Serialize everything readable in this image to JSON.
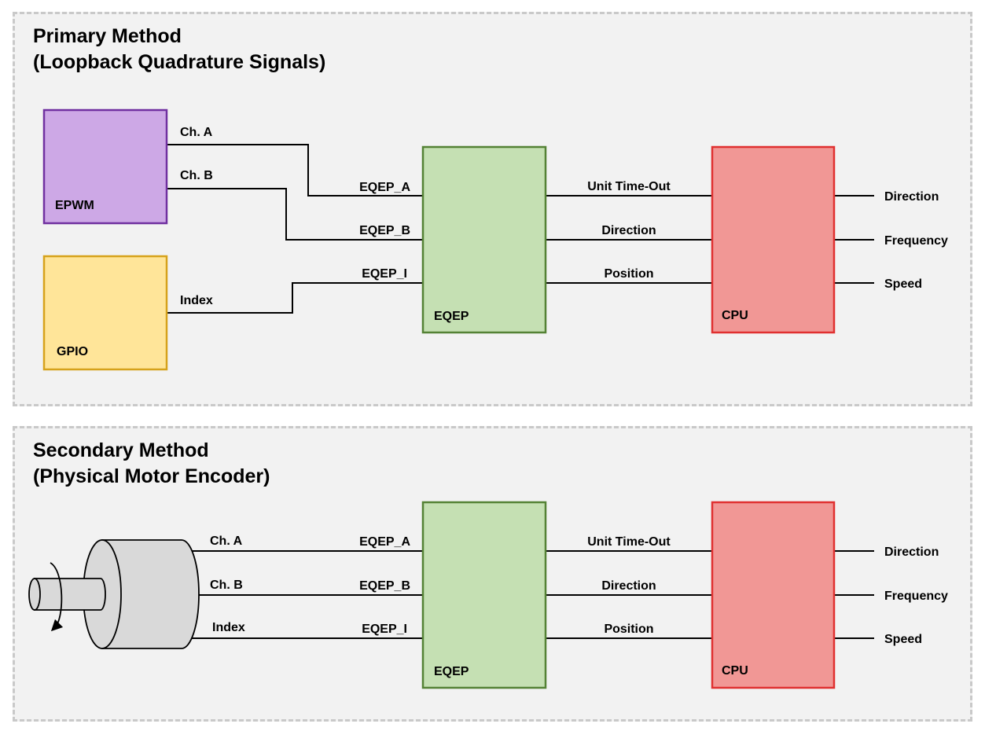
{
  "colors": {
    "panel_bg": "#f2f2f2",
    "panel_border": "#c9c9c9",
    "epwm_fill": "#cda8e6",
    "epwm_stroke": "#7030a0",
    "gpio_fill": "#ffe599",
    "gpio_stroke": "#d6a21b",
    "eqep_fill": "#c5e0b3",
    "eqep_stroke": "#548235",
    "cpu_fill": "#f19795",
    "cpu_stroke": "#e03030",
    "motor_fill": "#d9d9d9",
    "wire": "#000000"
  },
  "primary": {
    "title_line1": "Primary Method",
    "title_line2": "(Loopback Quadrature Signals)",
    "epwm_label": "EPWM",
    "gpio_label": "GPIO",
    "eqep_label": "EQEP",
    "cpu_label": "CPU",
    "in_signals": [
      "Ch. A",
      "Ch. B",
      "Index"
    ],
    "eqep_pins": [
      "EQEP_A",
      "EQEP_B",
      "EQEP_I"
    ],
    "eqep_outputs": [
      "Unit Time-Out",
      "Direction",
      "Position"
    ],
    "cpu_outputs": [
      "Direction",
      "Frequency",
      "Speed"
    ]
  },
  "secondary": {
    "title_line1": "Secondary Method",
    "title_line2": "(Physical Motor Encoder)",
    "eqep_label": "EQEP",
    "cpu_label": "CPU",
    "in_signals": [
      "Ch. A",
      "Ch. B",
      "Index"
    ],
    "eqep_pins": [
      "EQEP_A",
      "EQEP_B",
      "EQEP_I"
    ],
    "eqep_outputs": [
      "Unit Time-Out",
      "Direction",
      "Position"
    ],
    "cpu_outputs": [
      "Direction",
      "Frequency",
      "Speed"
    ]
  }
}
